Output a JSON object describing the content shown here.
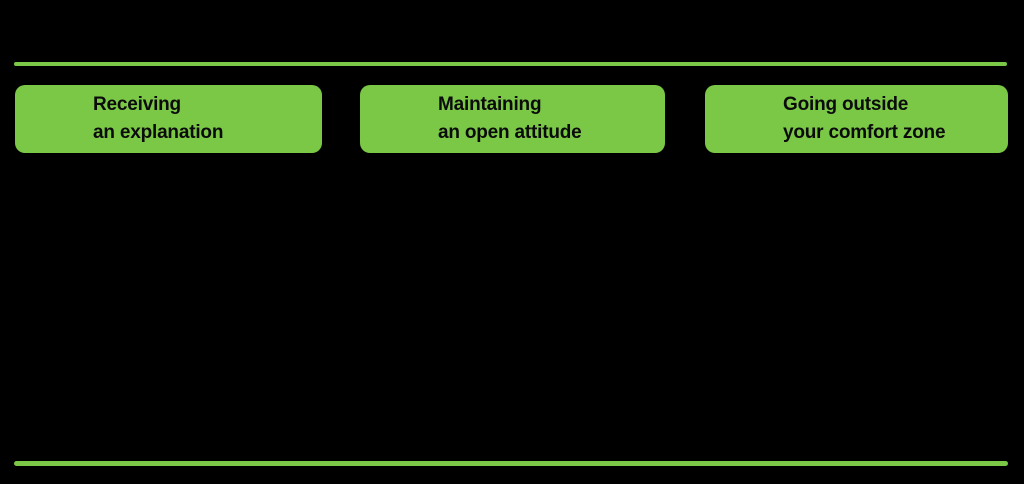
{
  "slide": {
    "background": "#000000",
    "accent_green": "#7AC846",
    "text_color": "#0B0B0B",
    "boxes": [
      {
        "id": "receiving-an-explanation",
        "line1": "Receiving",
        "line2": "an explanation"
      },
      {
        "id": "maintaining-an-open-attitude",
        "line1": "Maintaining",
        "line2": "an open attitude"
      },
      {
        "id": "going-outside-your-comfort-zone",
        "line1": "Going outside",
        "line2": "your comfort zone"
      }
    ]
  }
}
